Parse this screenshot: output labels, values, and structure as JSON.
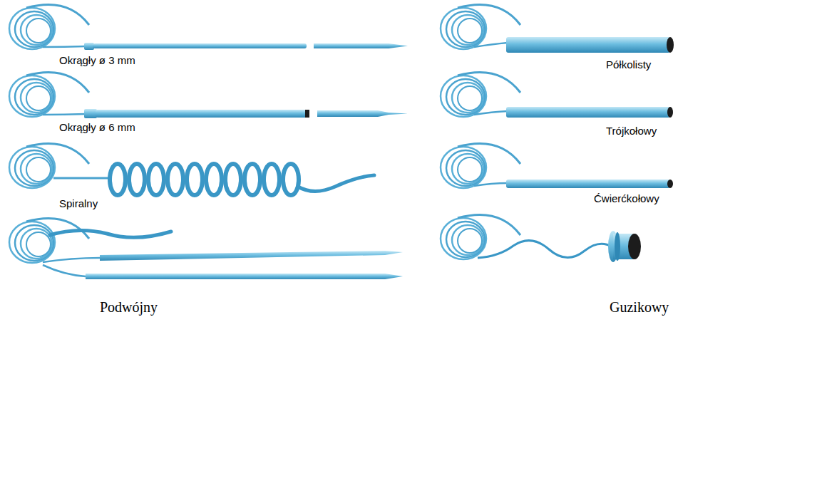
{
  "diagram": {
    "labels": [
      "Okrągły ø 3 mm",
      "Okrągły ø 6 mm",
      "Spiralny",
      "Podwójny",
      "Półkolisty",
      "Trójkołowy",
      "Ćwierćkołowy",
      "Guzikowy"
    ]
  }
}
